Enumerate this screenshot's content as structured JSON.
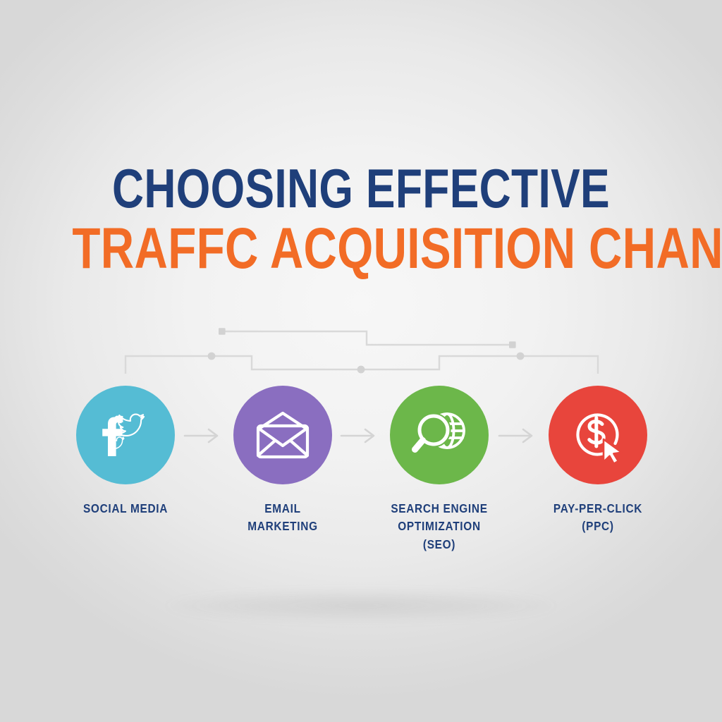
{
  "poster": {
    "title": {
      "line1": "CHOOSING EFFECTIVE",
      "line2": "TRAFFC ACQUISITION CHANNELS",
      "line1_color": "#1f3f7a",
      "line2_color": "#f26c26"
    },
    "background": {
      "center_color": "#f7f7f7",
      "edge_color": "#d8d8d8"
    },
    "connector": {
      "line_color": "#d8d8d8",
      "node_color": "#d0d0d0"
    },
    "arrow": {
      "label": "next-step-arrow",
      "color": "#d4d4d4",
      "count": 3
    },
    "channels": [
      {
        "label": "SOCIAL MEDIA",
        "color": "#55bcd4",
        "icon": "facebook-twitter-icon",
        "order": 1
      },
      {
        "label": "EMAIL\nMARKETING",
        "color": "#8a6ec0",
        "icon": "envelope-icon",
        "order": 2
      },
      {
        "label": "SEARCH ENGINE\nOPTIMIZATION\n(SEO)",
        "color": "#6cb74a",
        "icon": "magnifier-globe-icon",
        "order": 3
      },
      {
        "label": "PAY-PER-CLICK\n(PPC)",
        "color": "#e8453c",
        "icon": "dollar-cursor-icon",
        "order": 4
      }
    ]
  }
}
